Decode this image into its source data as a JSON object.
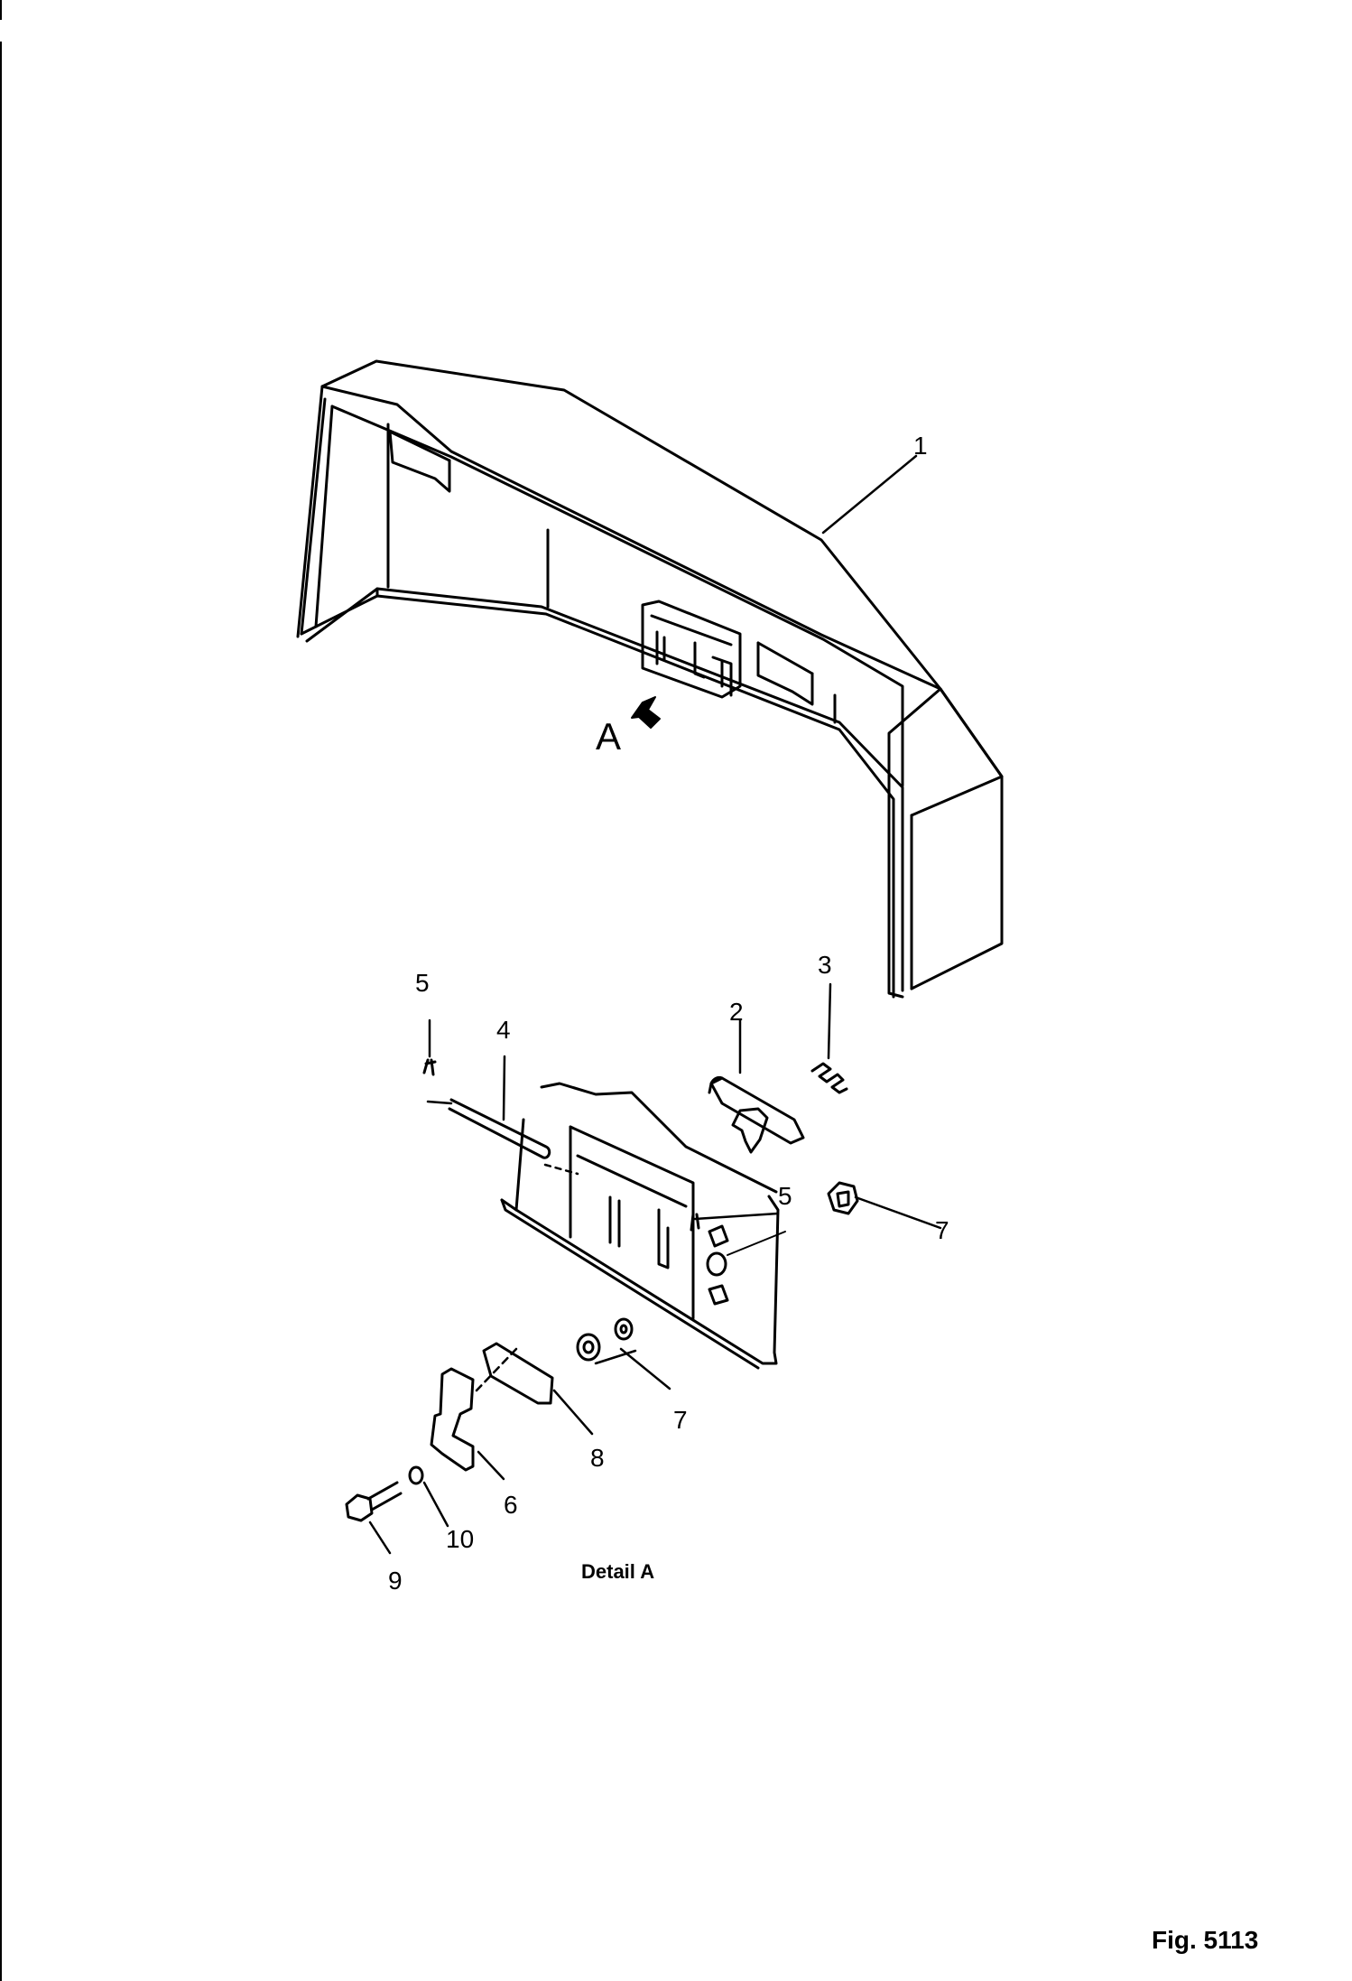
{
  "callouts": {
    "c1": "1",
    "c2": "2",
    "c3": "3",
    "c4": "4",
    "c5a": "5",
    "c5b": "5",
    "c6": "6",
    "c7a": "7",
    "c7b": "7",
    "c8": "8",
    "c9": "9",
    "c10": "10"
  },
  "view_marker": "A",
  "detail_label": "Detail A",
  "figure_number": "Fig. 5113"
}
